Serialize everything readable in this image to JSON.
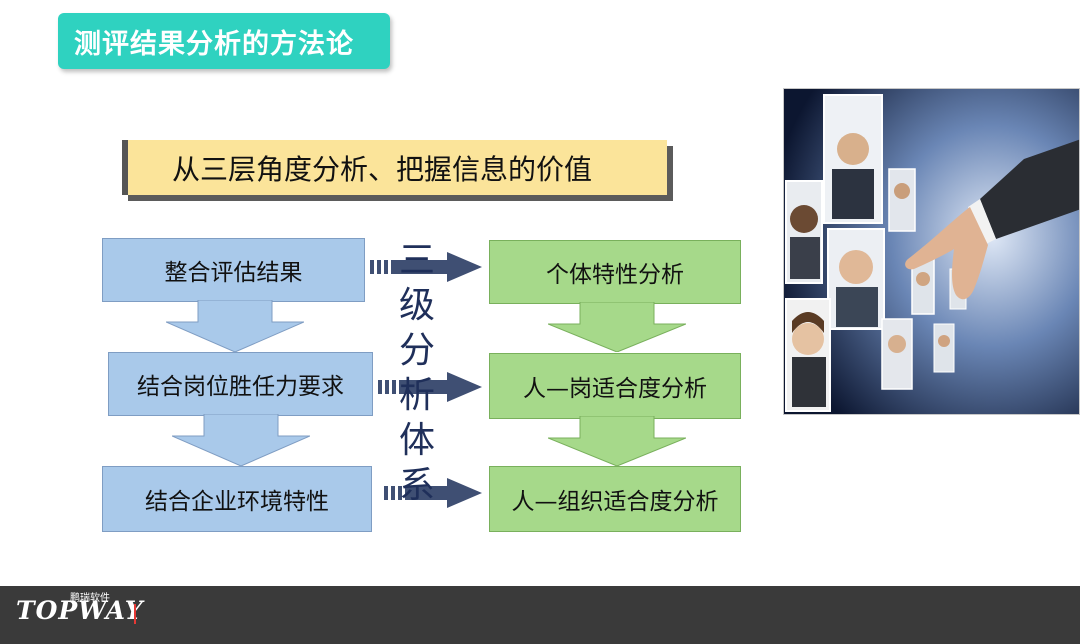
{
  "title": "测评结果分析的方法论",
  "subtitle": "从三层角度分析、把握信息的价值",
  "left_column": [
    {
      "label": "整合评估结果"
    },
    {
      "label": "结合岗位胜任力要求"
    },
    {
      "label": "结合企业环境特性"
    }
  ],
  "right_column": [
    {
      "label": "个体特性分析"
    },
    {
      "label": "人—岗适合度分析"
    },
    {
      "label": "人—组织适合度分析"
    }
  ],
  "vertical_label": [
    "三",
    "级",
    "分",
    "析",
    "体",
    "系"
  ],
  "footer": {
    "logo_text": "TOPWAY",
    "logo_cn": "鹏瑞软件"
  },
  "colors": {
    "title_bg": "#2fd2c0",
    "subtitle_bg": "#fbe49a",
    "left_box": "#a9c9ea",
    "right_box": "#a6d98a",
    "arrow_dark": "#3f4f73",
    "footer_bg": "#3a3a3a",
    "footer_accent": "#e53935"
  }
}
